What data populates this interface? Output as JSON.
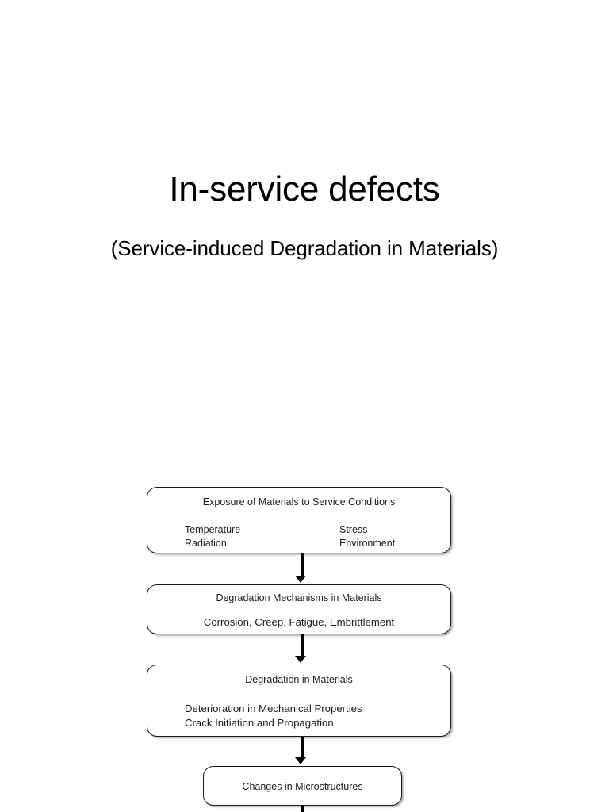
{
  "slide": {
    "title": "In-service defects",
    "subtitle": "(Service-induced Degradation in Materials)",
    "background_color": "#ffffff",
    "text_color": "#000000"
  },
  "diagram_data": {
    "type": "flowchart",
    "orientation": "vertical-top-down",
    "node_shape": "rounded-rectangle",
    "border_color": "#1a1a1a",
    "fill_color": "#ffffff",
    "connector_color": "#000000",
    "nodes": [
      {
        "id": "exposure",
        "title": "Exposure of Materials to Service Conditions",
        "columns": [
          [
            "Temperature",
            "Radiation"
          ],
          [
            "Stress",
            "Environment"
          ]
        ]
      },
      {
        "id": "mechanisms",
        "title": "Degradation Mechanisms in Materials",
        "body": [
          "Corrosion, Creep, Fatigue, Embrittlement"
        ]
      },
      {
        "id": "degradation",
        "title": "Degradation in Materials",
        "body": [
          "Deterioration in Mechanical Properties",
          "Crack Initiation and Propagation"
        ]
      },
      {
        "id": "microstructures",
        "title": "Changes in Microstructures"
      }
    ],
    "edges": [
      {
        "from": "exposure",
        "to": "mechanisms",
        "style": "solid-arrow"
      },
      {
        "from": "mechanisms",
        "to": "degradation",
        "style": "solid-arrow"
      },
      {
        "from": "degradation",
        "to": "microstructures",
        "style": "solid-arrow"
      },
      {
        "from": "microstructures",
        "to": "(continues below)",
        "style": "solid-line-cropped"
      }
    ]
  }
}
